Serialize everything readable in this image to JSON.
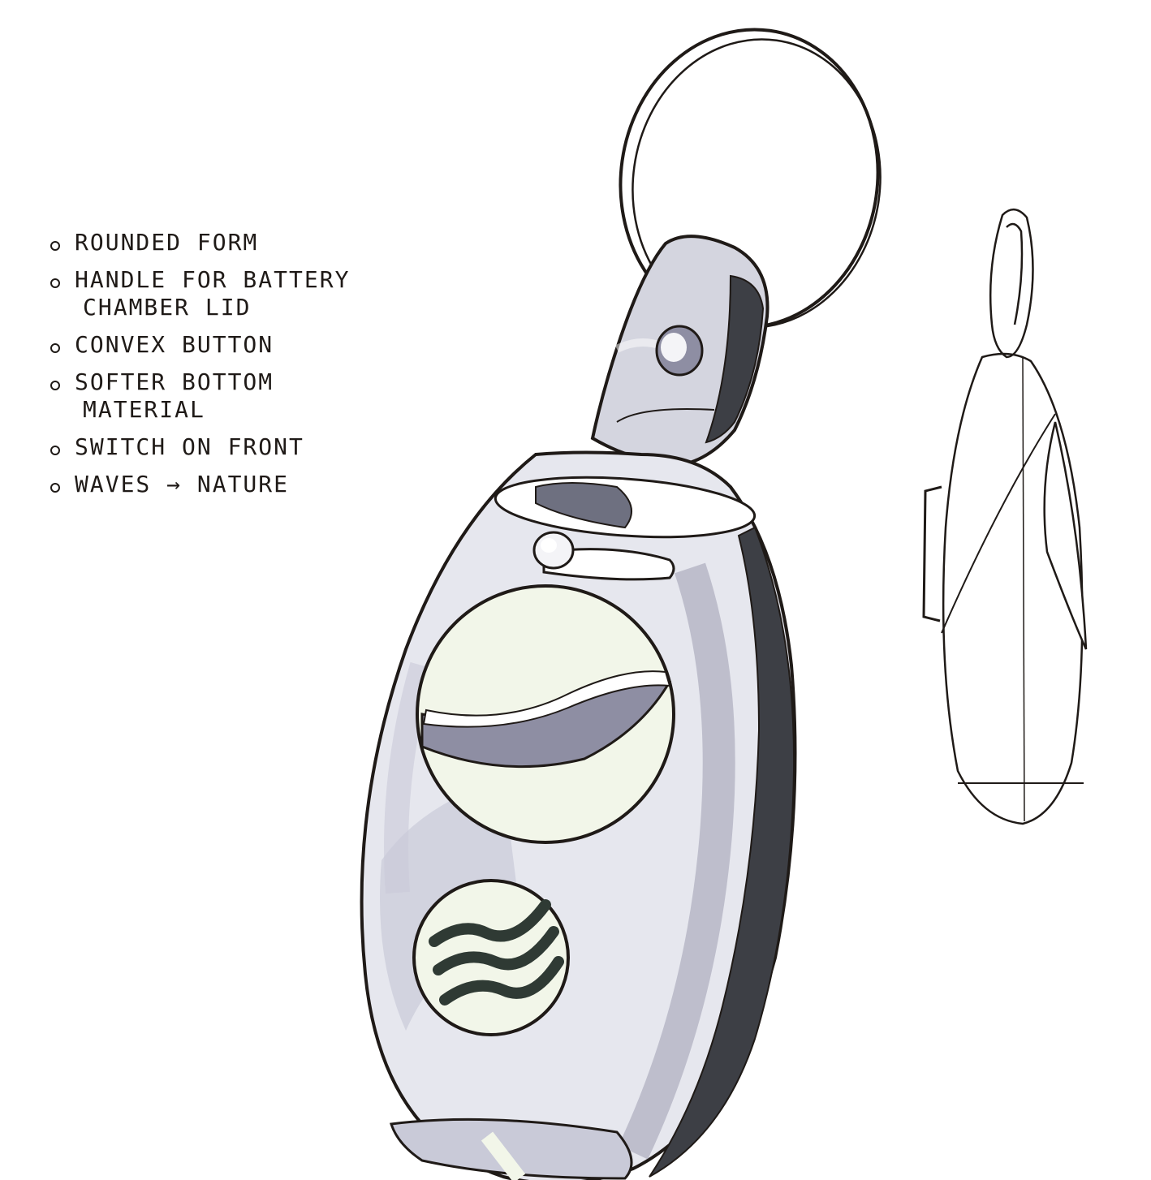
{
  "notes": [
    {
      "lines": [
        "Rounded form"
      ]
    },
    {
      "lines": [
        "Handle for battery",
        "chamber lid"
      ]
    },
    {
      "lines": [
        "Convex button"
      ]
    },
    {
      "lines": [
        "Softer bottom",
        "material"
      ]
    },
    {
      "lines": [
        "Switch on front"
      ]
    },
    {
      "lines": [
        "Waves → nature"
      ]
    }
  ],
  "colors": {
    "ink": "#1f1a17",
    "marker_light": "#c9cad8",
    "marker_mid": "#8e8ea3",
    "marker_dark": "#3d3f45",
    "highlight": "#f2f6e9",
    "paper": "#ffffff"
  }
}
